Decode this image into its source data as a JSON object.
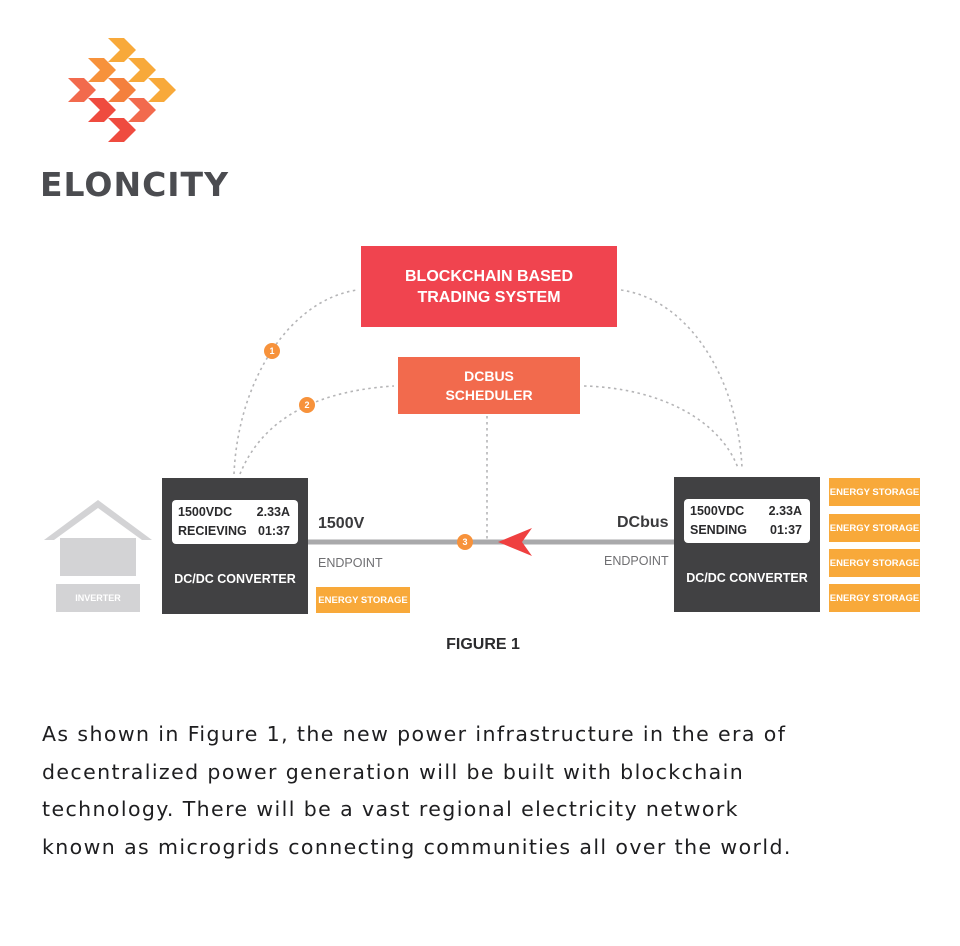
{
  "logo": {
    "name": "ELONCITY",
    "primary_color": "#ef4b3f",
    "secondary_color": "#f8a93a"
  },
  "diagram": {
    "trading_system": {
      "line1": "BLOCKCHAIN BASED",
      "line2": "TRADING SYSTEM"
    },
    "scheduler": {
      "line1": "DCBUS",
      "line2": "SCHEDULER"
    },
    "steps": [
      "1",
      "2",
      "3"
    ],
    "house": {
      "label": "INVERTER"
    },
    "left_converter": {
      "voltage": "1500VDC",
      "current": "2.33A",
      "status": "RECIEVING",
      "time": "01:37",
      "label": "DC/DC CONVERTER"
    },
    "right_converter": {
      "voltage": "1500VDC",
      "current": "2.33A",
      "status": "SENDING",
      "time": "01:37",
      "label": "DC/DC CONVERTER"
    },
    "left_voltage_label": "1500V",
    "right_bus_label": "DCbus",
    "left_endpoint": "ENDPOINT",
    "right_endpoint": "ENDPOINT",
    "left_storage": "ENERGY STORAGE",
    "right_storage": [
      "ENERGY STORAGE",
      "ENERGY STORAGE",
      "ENERGY STORAGE",
      "ENERGY STORAGE"
    ],
    "colors": {
      "trading": "#f0444f",
      "scheduler": "#f26a4d",
      "converter": "#414143",
      "storage": "#f8a93a",
      "house": "#d3d3d5",
      "arrow": "#ef4040"
    }
  },
  "figure_label": "FIGURE 1",
  "caption": {
    "line1": "As shown in Figure 1, the new power infrastructure in the era of",
    "line2": "decentralized power generation will be built with blockchain",
    "line3": "technology.  There will be a vast regional electricity network",
    "line4": "known as microgrids connecting communities all over the world."
  }
}
